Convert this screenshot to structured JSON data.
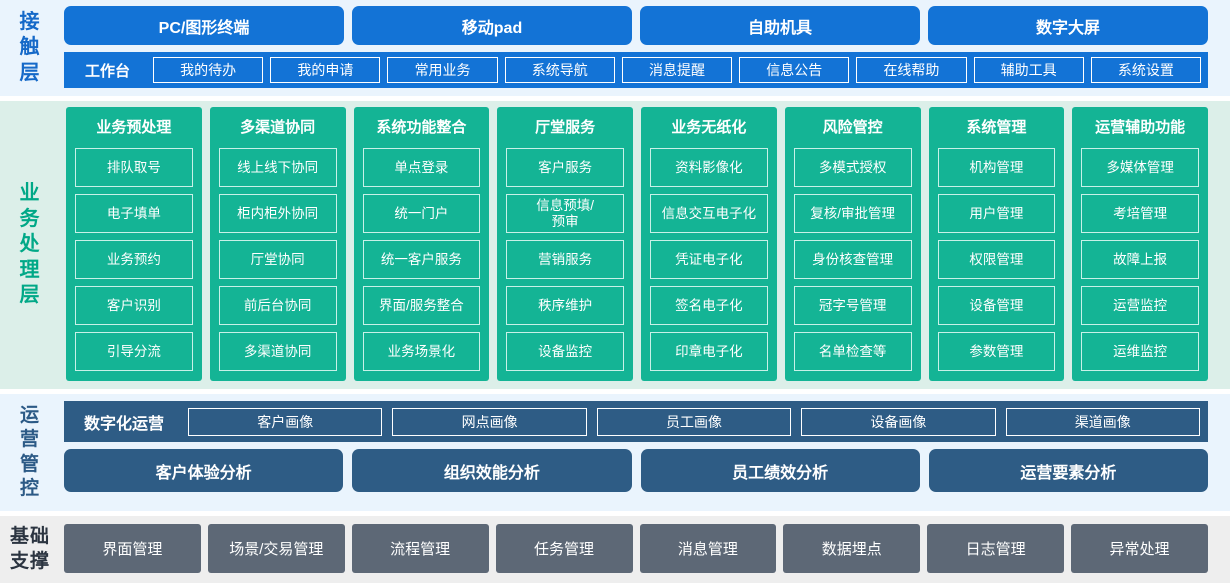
{
  "layers": {
    "contact": {
      "label_chars": [
        "接",
        "触",
        "层"
      ],
      "terminals": [
        {
          "label": "PC/图形终端"
        },
        {
          "label": "移动pad"
        },
        {
          "label": "自助机具"
        },
        {
          "label": "数字大屏"
        }
      ],
      "workbench": {
        "title": "工作台",
        "items": [
          {
            "label": "我的待办"
          },
          {
            "label": "我的申请"
          },
          {
            "label": "常用业务"
          },
          {
            "label": "系统导航"
          },
          {
            "label": "消息提醒"
          },
          {
            "label": "信息公告"
          },
          {
            "label": "在线帮助"
          },
          {
            "label": "辅助工具"
          },
          {
            "label": "系统设置"
          }
        ]
      }
    },
    "business": {
      "label_chars": [
        "业",
        "务",
        "处",
        "理",
        "层"
      ],
      "columns": [
        {
          "title": "业务预处理",
          "items": [
            "排队取号",
            "电子填单",
            "业务预约",
            "客户识别",
            "引导分流"
          ]
        },
        {
          "title": "多渠道协同",
          "items": [
            "线上线下协同",
            "柜内柜外协同",
            "厅堂协同",
            "前后台协同",
            "多渠道协同"
          ]
        },
        {
          "title": "系统功能整合",
          "items": [
            "单点登录",
            "统一门户",
            "统一客户服务",
            "界面/服务整合",
            "业务场景化"
          ]
        },
        {
          "title": "厅堂服务",
          "items": [
            "客户服务",
            "信息预填/\n预审",
            "营销服务",
            "秩序维护",
            "设备监控"
          ]
        },
        {
          "title": "业务无纸化",
          "items": [
            "资料影像化",
            "信息交互电子化",
            "凭证电子化",
            "签名电子化",
            "印章电子化"
          ]
        },
        {
          "title": "风险管控",
          "items": [
            "多模式授权",
            "复核/审批管理",
            "身份核查管理",
            "冠字号管理",
            "名单检查等"
          ]
        },
        {
          "title": "系统管理",
          "items": [
            "机构管理",
            "用户管理",
            "权限管理",
            "设备管理",
            "参数管理"
          ]
        },
        {
          "title": "运营辅助功能",
          "items": [
            "多媒体管理",
            "考培管理",
            "故障上报",
            "运营监控",
            "运维监控"
          ]
        }
      ]
    },
    "operations": {
      "label_chars": [
        "运",
        "营",
        "管",
        "控"
      ],
      "digital_ops": {
        "title": "数字化运营",
        "items": [
          "客户画像",
          "网点画像",
          "员工画像",
          "设备画像",
          "渠道画像"
        ]
      },
      "analysis": [
        "客户体验分析",
        "组织效能分析",
        "员工绩效分析",
        "运营要素分析"
      ]
    },
    "base": {
      "label_chars": [
        "基础",
        "支撑"
      ],
      "items": [
        "界面管理",
        "场景/交易管理",
        "流程管理",
        "任务管理",
        "消息管理",
        "数据埋点",
        "日志管理",
        "异常处理"
      ]
    }
  },
  "colors": {
    "contact_bg": "#eaf4fd",
    "contact_blue": "#1373d6",
    "business_bg": "#dcefe9",
    "business_green": "#14b495",
    "ops_bg": "#eaf4fd",
    "ops_blue": "#2e5c85",
    "base_bg": "#eeeeee",
    "base_gray": "#5d6876"
  }
}
